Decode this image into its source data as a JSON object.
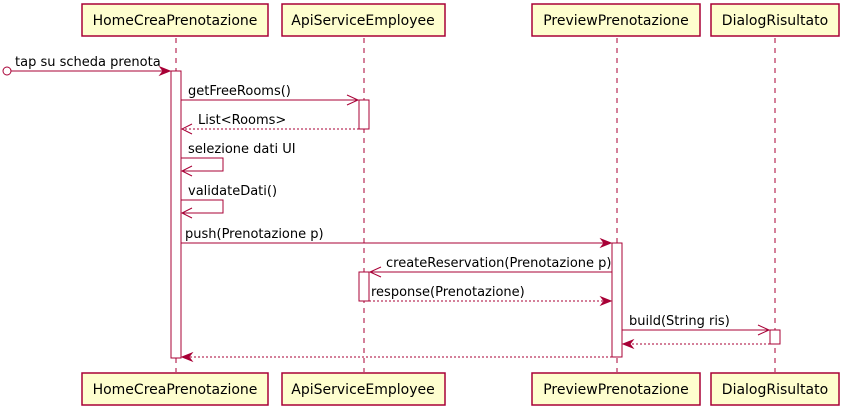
{
  "participants": [
    {
      "id": "home",
      "name": "HomeCreaPrenotazione"
    },
    {
      "id": "api",
      "name": "ApiServiceEmployee"
    },
    {
      "id": "preview",
      "name": "PreviewPrenotazione"
    },
    {
      "id": "dialog",
      "name": "DialogRisultato"
    }
  ],
  "messages": [
    {
      "id": "m1",
      "label": "tap su scheda prenota"
    },
    {
      "id": "m2",
      "label": "getFreeRooms()"
    },
    {
      "id": "m3",
      "label": "List<Rooms>"
    },
    {
      "id": "m4",
      "label": "selezione dati UI"
    },
    {
      "id": "m5",
      "label": "validateDati()"
    },
    {
      "id": "m6",
      "label": "push(Prenotazione p)"
    },
    {
      "id": "m7",
      "label": "createReservation(Prenotazione p)"
    },
    {
      "id": "m8",
      "label": "response(Prenotazione)"
    },
    {
      "id": "m9",
      "label": "build(String ris)"
    },
    {
      "id": "m10",
      "label": ""
    },
    {
      "id": "m11",
      "label": ""
    }
  ],
  "colors": {
    "border": "#A80036",
    "participant_fill": "#FEFECE"
  }
}
